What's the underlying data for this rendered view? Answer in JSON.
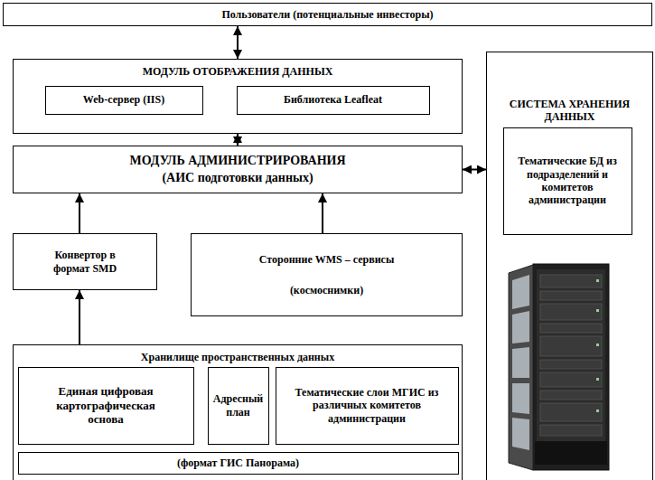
{
  "diagram": {
    "nodes": [
      {
        "text": [
          "Пользователи (потенциальные инвесторы)"
        ]
      },
      {
        "text": [
          "МОДУЛЬ ОТОБРАЖЕНИЯ ДАННЫХ"
        ]
      },
      {
        "text": [
          "Web-сервер (IIS)"
        ],
        "in": 1
      },
      {
        "text": [
          "Библиотека Leafleat"
        ],
        "in": 1
      },
      {
        "text": [
          "МОДУЛЬ АДМИНИСТРИРОВАНИЯ",
          "(АИС подготовки данных)"
        ]
      },
      {
        "text": [
          "СИСТЕМА ХРАНЕНИЯ ДАННЫХ"
        ]
      },
      {
        "text": [
          "Тематические БД из подразделений и комитетов администрации"
        ],
        "in": 5
      },
      {
        "text": [
          "Конвертор в формат SMD"
        ]
      },
      {
        "text": [
          "Сторонние WMS – сервисы",
          "(космоснимки)"
        ]
      },
      {
        "text": [
          "Хранилище пространственных данных"
        ]
      },
      {
        "text": [
          "Единая цифровая картографическая основа"
        ],
        "in": 9
      },
      {
        "text": [
          "Адресный план"
        ],
        "in": 9
      },
      {
        "text": [
          "Тематические слои МГИС из различных комитетов администрации"
        ],
        "in": 9
      },
      {
        "text": [
          "(формат ГИС Панорама)"
        ],
        "in": 9
      }
    ],
    "edges": [
      {
        "from": 0,
        "to": 1,
        "arrow": "both"
      },
      {
        "from": 1,
        "to": 4,
        "arrow": "both"
      },
      {
        "from": 4,
        "to": 5,
        "arrow": "both"
      },
      {
        "from": 7,
        "to": 4,
        "arrow": "to"
      },
      {
        "from": 8,
        "to": 4,
        "arrow": "to"
      },
      {
        "from": 9,
        "to": 7,
        "arrow": "to"
      }
    ]
  }
}
